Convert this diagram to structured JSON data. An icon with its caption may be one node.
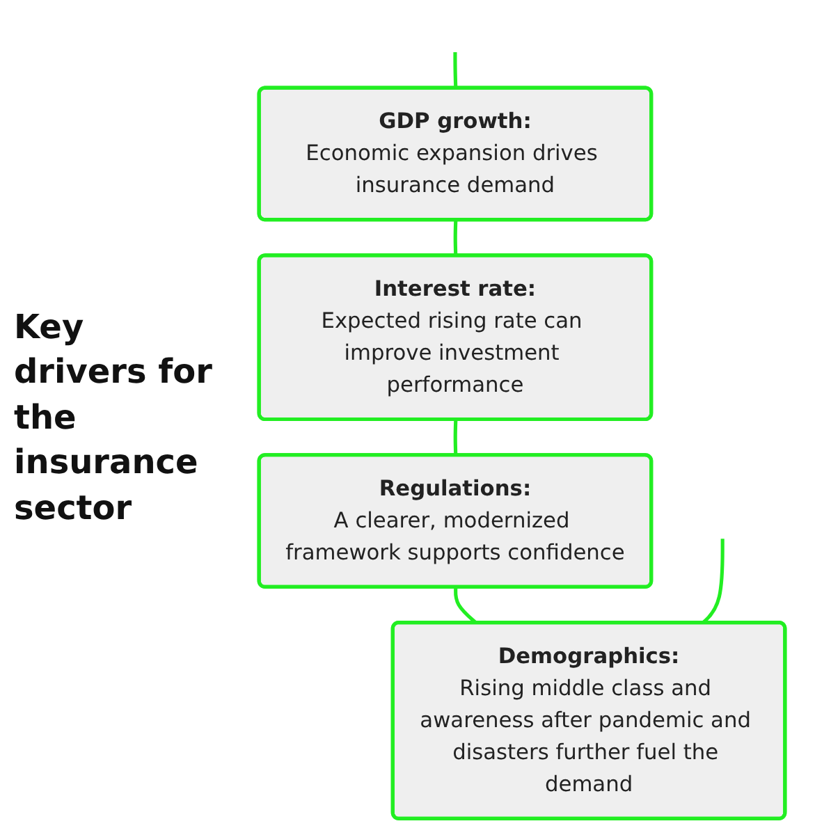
{
  "diagram": {
    "title": "Key drivers for the insurance sector",
    "nodes": [
      {
        "text": [
          "GDP growth:",
          "Economic expansion drives insurance demand"
        ]
      },
      {
        "text": [
          "Interest rate:",
          "Expected rising rate can improve investment performance"
        ]
      },
      {
        "text": [
          "Regulations:",
          "A clearer, modernized framework supports confidence"
        ]
      },
      {
        "text": [
          "Demographics:",
          "Rising middle class and awareness after pandemic and disasters further fuel the demand"
        ]
      }
    ],
    "edges": [
      {
        "from": null,
        "to": 0,
        "arrow": "none"
      },
      {
        "from": 0,
        "to": 1,
        "arrow": "none"
      },
      {
        "from": 1,
        "to": 2,
        "arrow": "none"
      },
      {
        "from": 2,
        "to": 3,
        "arrow": "none"
      },
      {
        "from": null,
        "to": 3,
        "arrow": "none"
      }
    ]
  }
}
